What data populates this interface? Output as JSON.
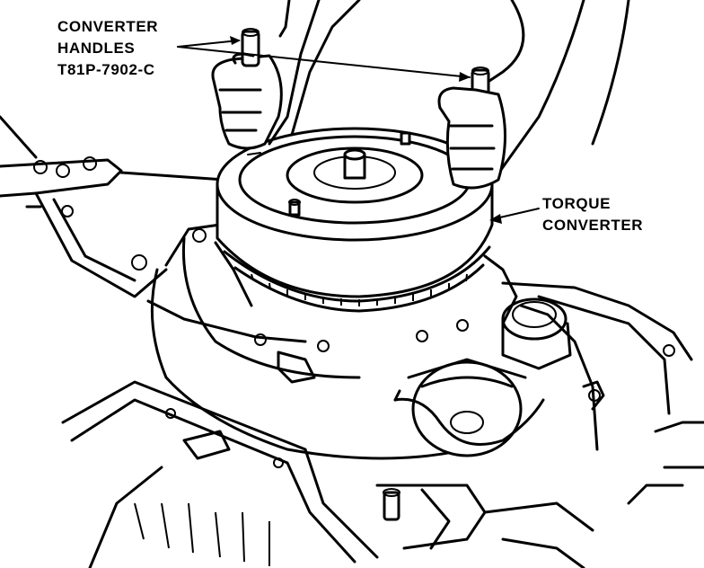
{
  "labels": {
    "handles_line1": "CONVERTER",
    "handles_line2": "HANDLES",
    "handles_line3": "T81P-7902-C",
    "torque_line1": "TORQUE",
    "torque_line2": "CONVERTER"
  },
  "colors": {
    "ink": "#000000",
    "paper": "#ffffff"
  }
}
